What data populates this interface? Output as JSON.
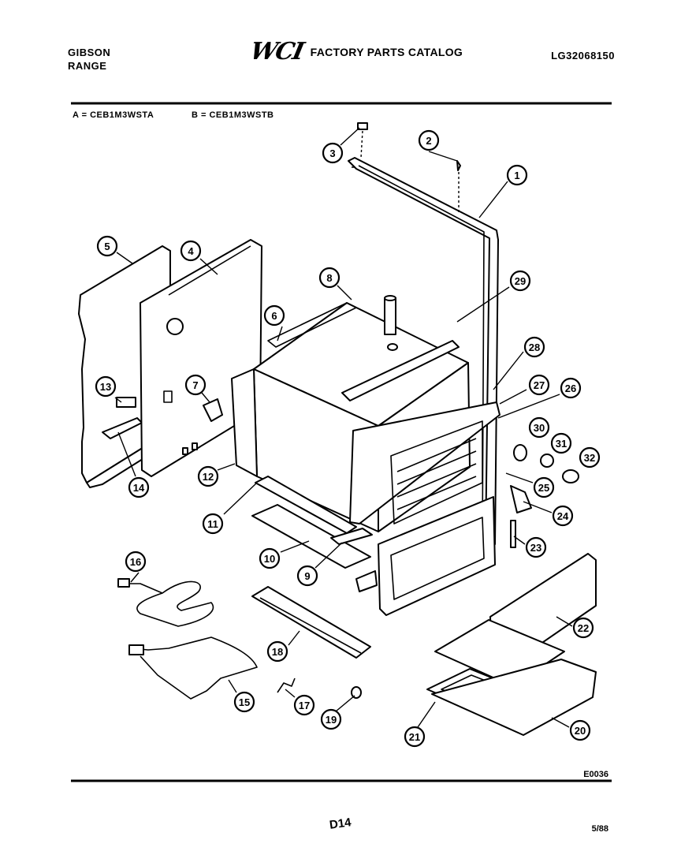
{
  "header": {
    "brand_line1": "GIBSON",
    "brand_line2": "RANGE",
    "logo": "WCI",
    "catalog_title": "FACTORY PARTS CATALOG",
    "catalog_number": "LG32068150"
  },
  "variants": {
    "a": "A = CEB1M3WSTA",
    "b": "B = CEB1M3WSTB"
  },
  "callouts": [
    "1",
    "2",
    "3",
    "4",
    "5",
    "6",
    "7",
    "8",
    "9",
    "10",
    "11",
    "12",
    "13",
    "14",
    "15",
    "16",
    "17",
    "18",
    "19",
    "20",
    "21",
    "22",
    "23",
    "24",
    "25",
    "26",
    "27",
    "28",
    "29",
    "30",
    "31",
    "32"
  ],
  "footer": {
    "figure_code": "E0036",
    "page": "D14",
    "date": "5/88"
  }
}
